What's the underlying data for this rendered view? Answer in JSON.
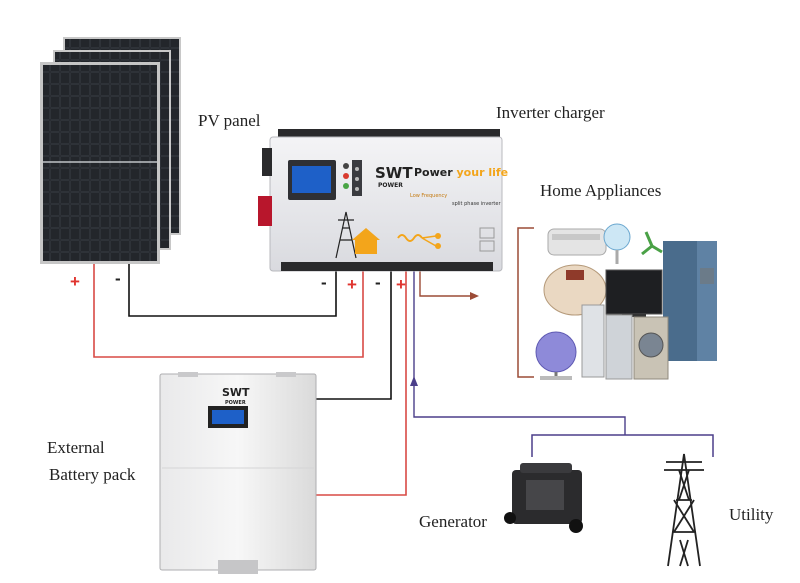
{
  "labels": {
    "pv_panel": "PV panel",
    "inverter_charger": "Inverter charger",
    "home_appliances": "Home Appliances",
    "external_line1": "External",
    "external_line2": "Battery pack",
    "generator": "Generator",
    "utility": "Utility"
  },
  "terminals": {
    "pv_plus": "+",
    "pv_minus": "-",
    "inv_minus_1": "-",
    "inv_plus_1": "+",
    "inv_minus_2": "-",
    "inv_plus_2": "+"
  },
  "inverter": {
    "brand": "SWT",
    "brand_sub": "POWER",
    "slogan_a": "Power",
    "slogan_b": "your life",
    "line1": "Low Frequency",
    "line2": "split phase inverter"
  },
  "battery": {
    "brand": "SWT",
    "brand_sub": "POWER"
  },
  "colors": {
    "dc_positive": "#d94a45",
    "dc_negative": "#111111",
    "ac_output": "#9c4b36",
    "ac_input": "#4b3f8a",
    "accent": "#f3a51b"
  }
}
